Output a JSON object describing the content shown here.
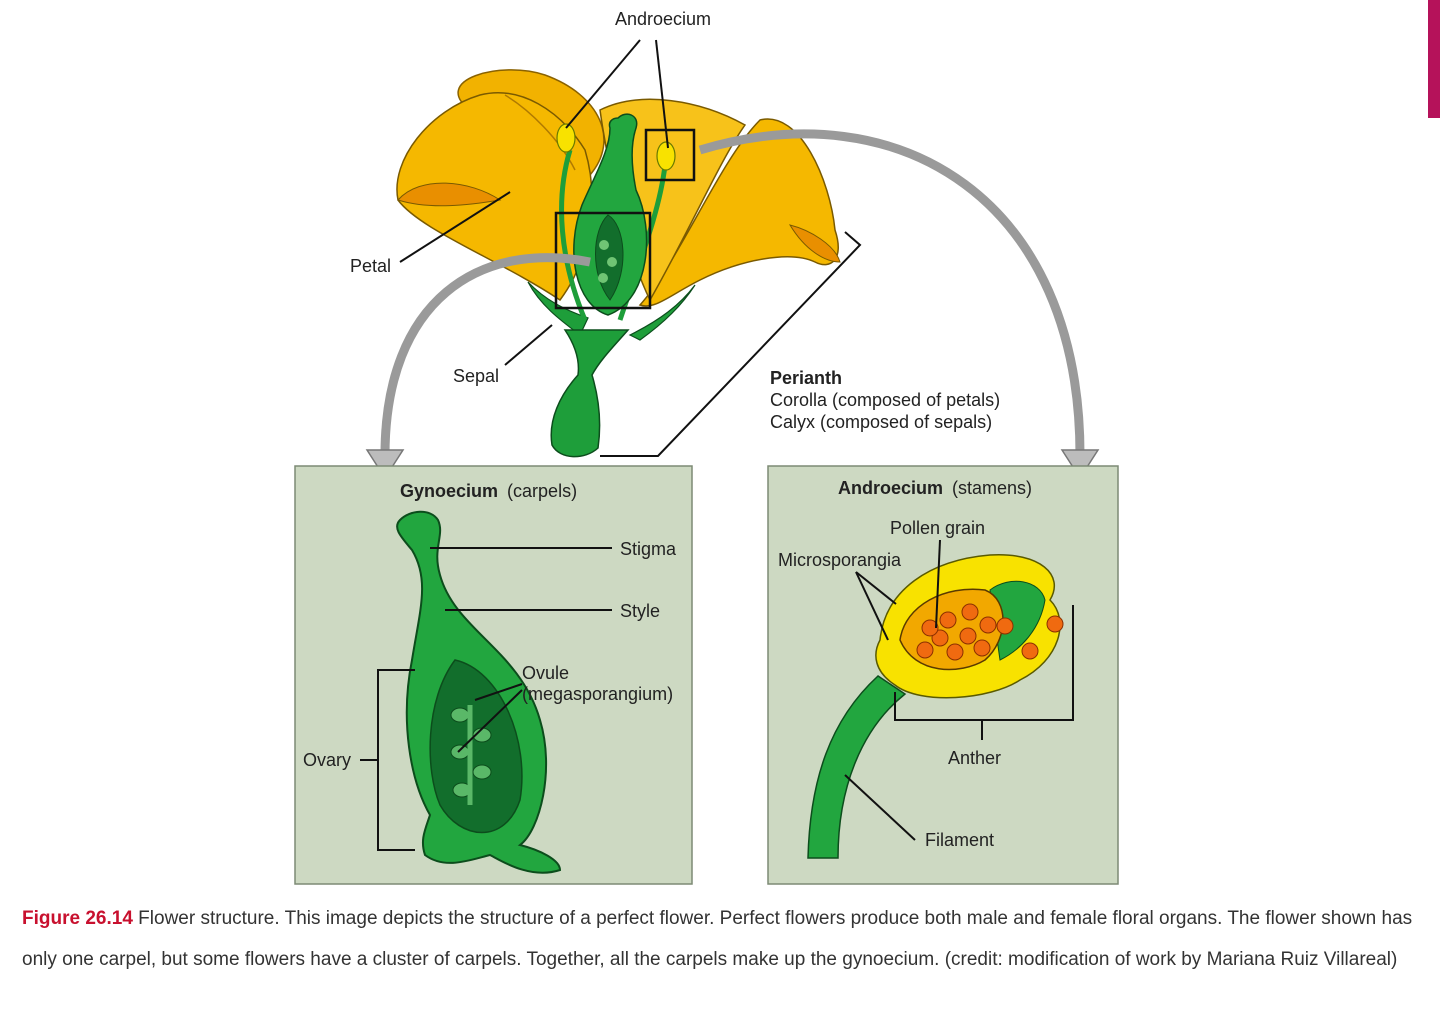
{
  "colors": {
    "accent": "#b5125a",
    "figure_number": "#c8102e",
    "panel_bg": "#cdd9c2",
    "petal": "#f5b800",
    "petal_dark": "#e59a00",
    "green": "#1e9e3a",
    "green_dark": "#11692a",
    "anther_yellow": "#f8e200",
    "pollen": "#f06a10"
  },
  "diagram": {
    "labels": {
      "androecium_top": "Androecium",
      "petal": "Petal",
      "sepal": "Sepal",
      "perianth_title": "Perianth",
      "perianth_corolla": "Corolla (composed of petals)",
      "perianth_calyx": "Calyx (composed of sepals)"
    },
    "gynoecium_panel": {
      "title_bold": "Gynoecium",
      "title_paren": "(carpels)",
      "stigma": "Stigma",
      "style": "Style",
      "ovule_line1": "Ovule",
      "ovule_line2": "(megasporangium)",
      "ovary": "Ovary"
    },
    "androecium_panel": {
      "title_bold": "Androecium",
      "title_paren": "(stamens)",
      "pollen_grain": "Pollen grain",
      "microsporangia": "Microsporangia",
      "anther": "Anther",
      "filament": "Filament"
    }
  },
  "caption": {
    "figure_number": "Figure 26.14",
    "text": "Flower structure. This image depicts the structure of a perfect flower. Perfect flowers produce both male and female floral organs. The flower shown has only one carpel, but some flowers have a cluster of carpels. Together, all the carpels make up the gynoecium. (credit: modification of work by Mariana Ruiz Villareal)"
  }
}
